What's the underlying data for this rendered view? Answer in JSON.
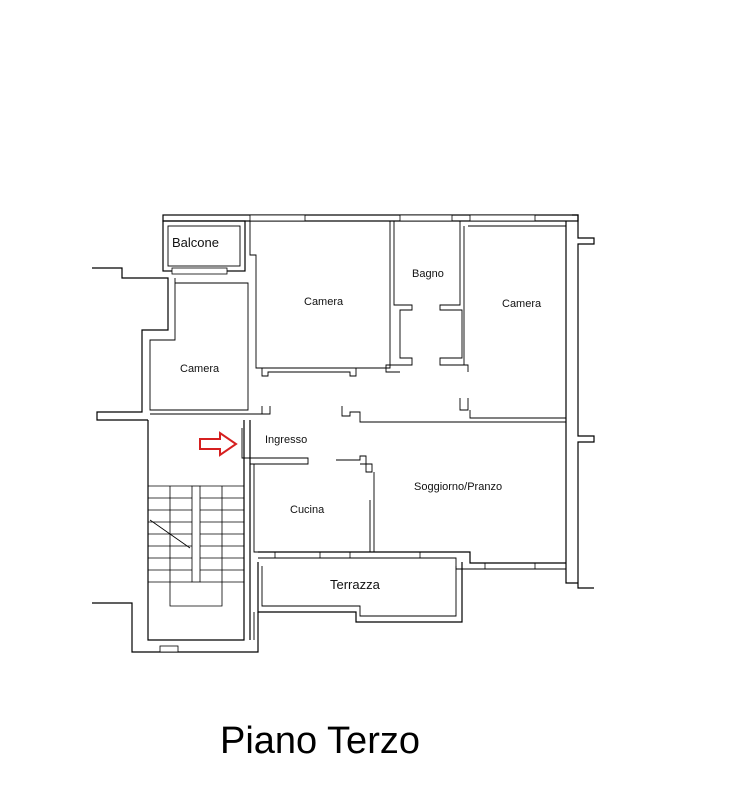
{
  "rooms": {
    "balcone": "Balcone",
    "camera_top_left": "Camera",
    "bagno": "Bagno",
    "camera_top_right": "Camera",
    "camera_left": "Camera",
    "ingresso": "Ingresso",
    "soggiorno": "Soggiorno/Pranzo",
    "cucina": "Cucina",
    "terrazza": "Terrazza"
  },
  "title": "Piano Terzo",
  "colors": {
    "walls": "#000000",
    "entrance_arrow": "#d62020",
    "background": "#ffffff"
  },
  "icons": {
    "entrance_marker": "entrance-arrow-icon"
  }
}
